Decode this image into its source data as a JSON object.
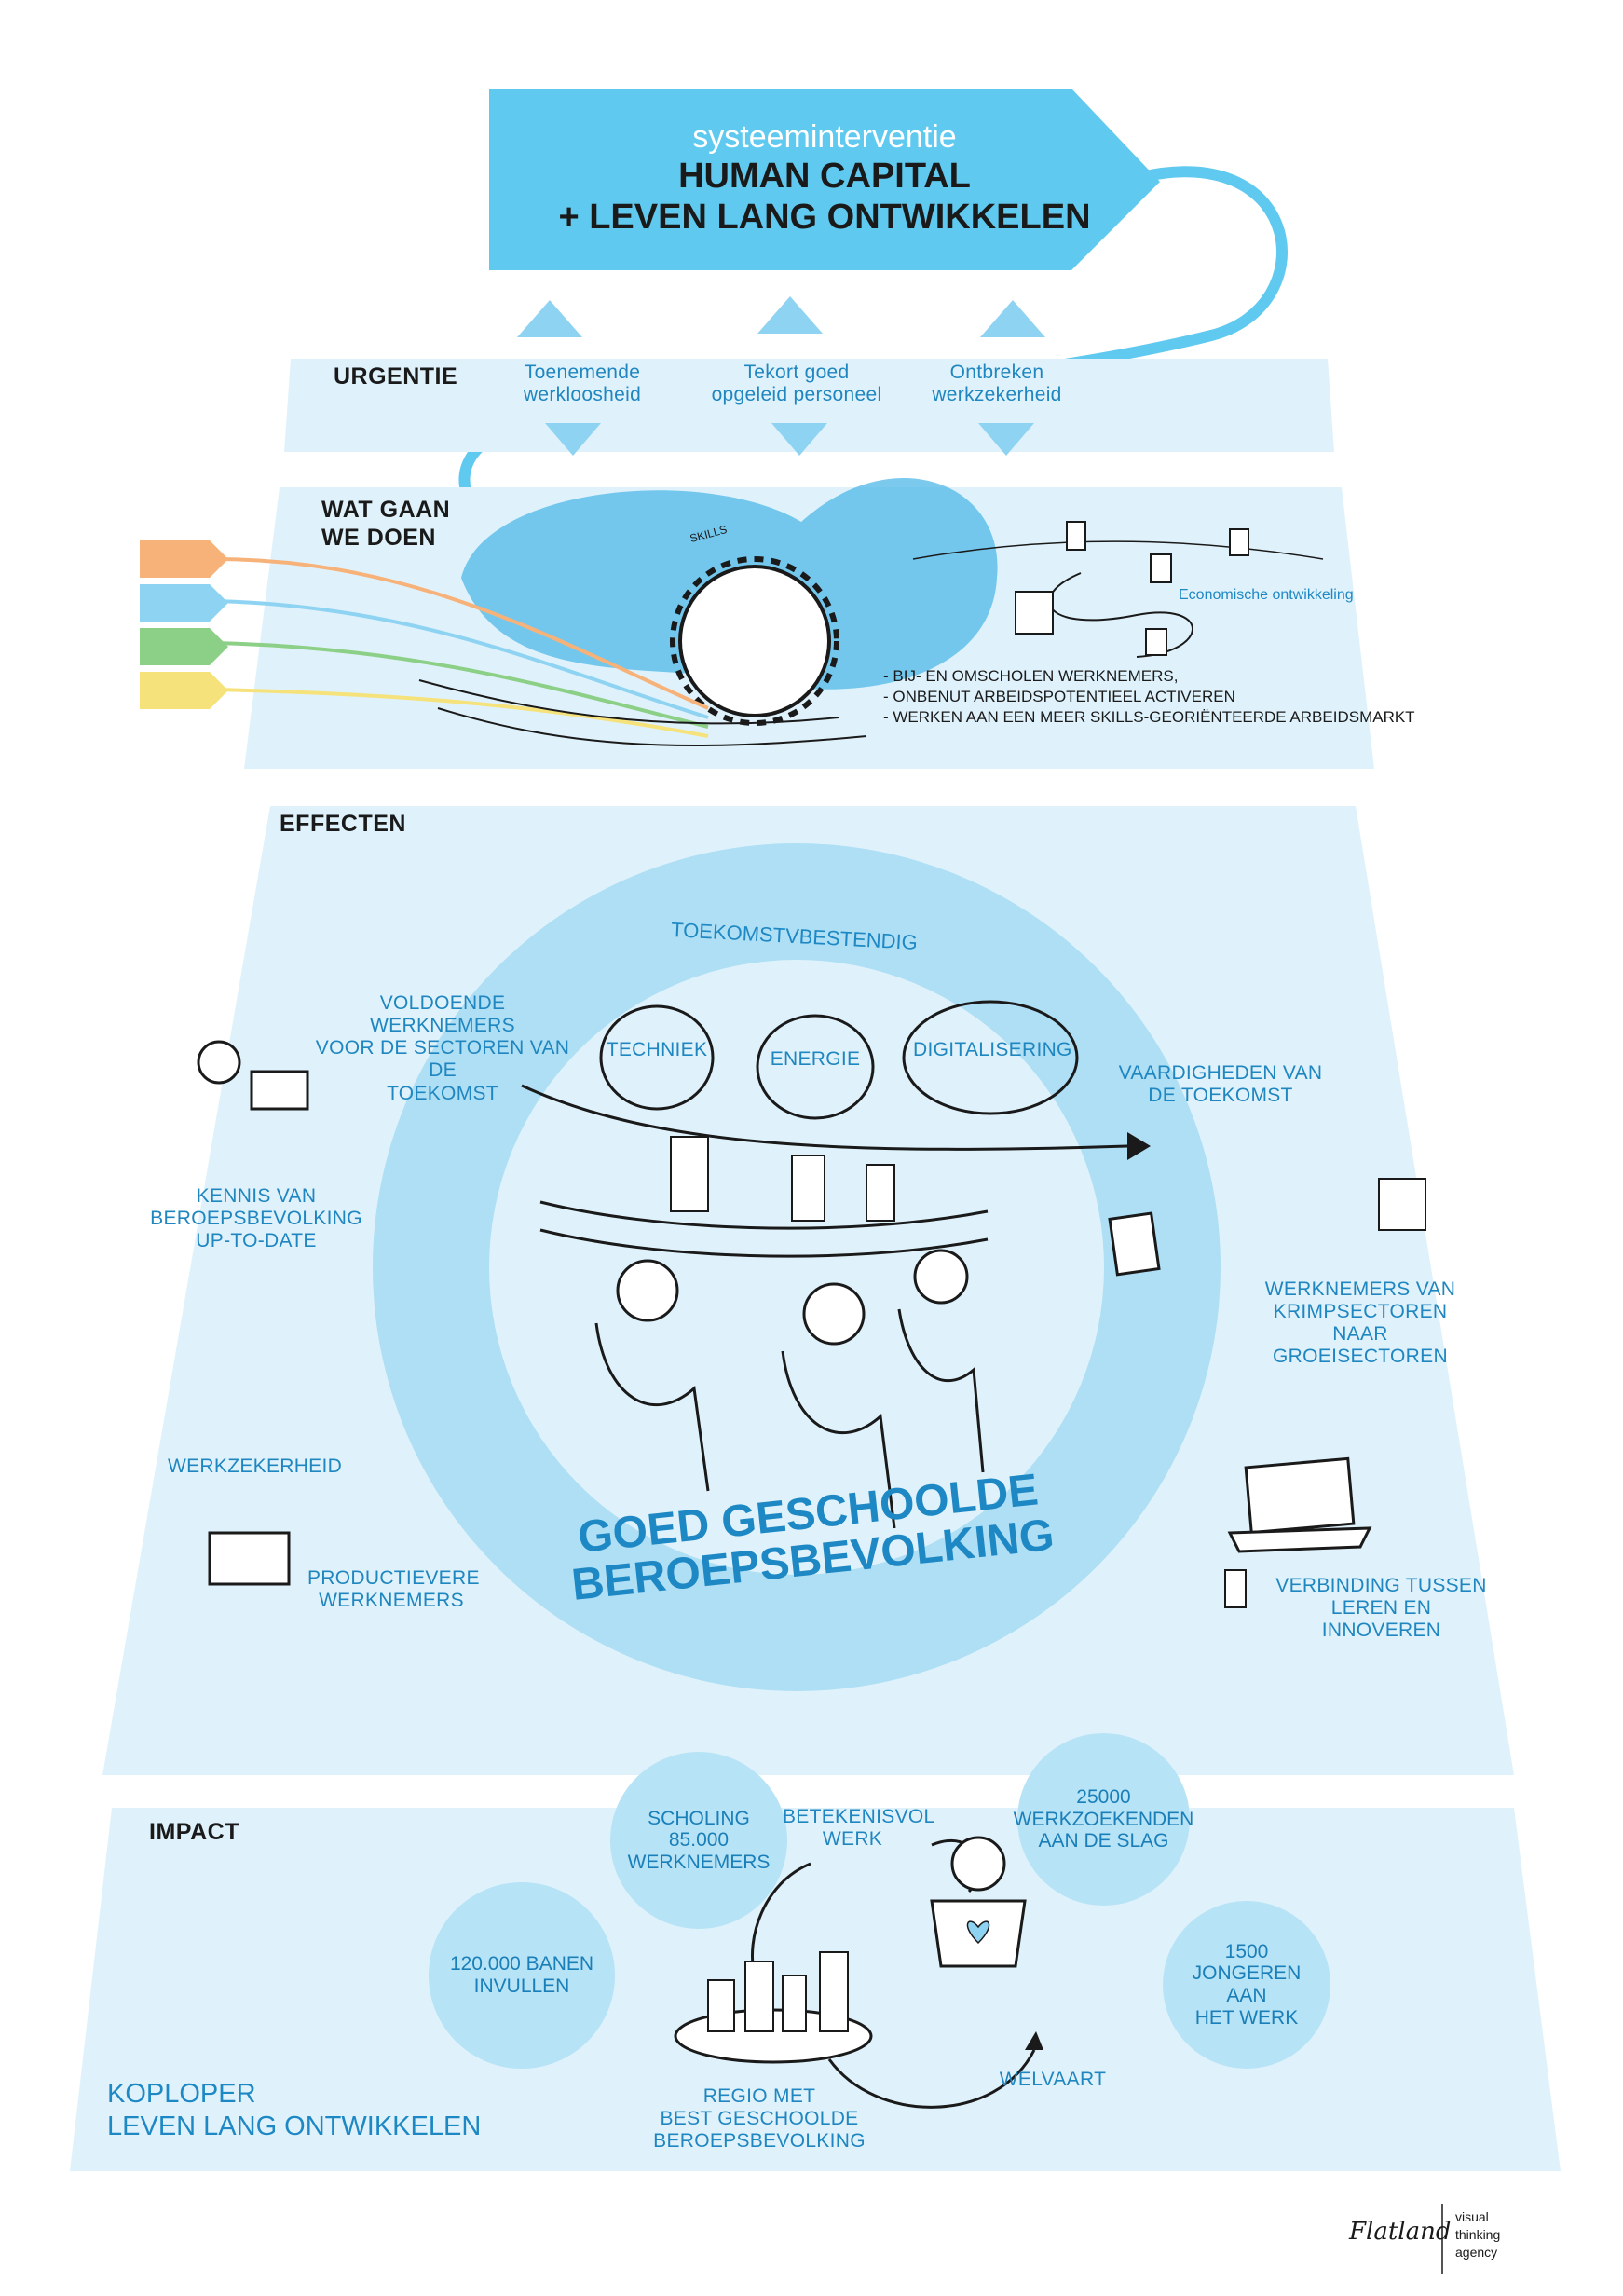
{
  "header": {
    "subtitle": "systeeminterventie",
    "title_line1": "HUMAN CAPITAL",
    "title_line2": "+ LEVEN LANG ONTWIKKELEN"
  },
  "urgentie": {
    "label": "URGENTIE",
    "items": [
      {
        "line1": "Toenemende",
        "line2": "werkloosheid"
      },
      {
        "line1": "Tekort goed",
        "line2": "opgeleid personeel"
      },
      {
        "line1": "Ontbreken",
        "line2": "werkzekerheid"
      }
    ]
  },
  "wat_gaan_we_doen": {
    "label_line1": "WAT GAAN",
    "label_line2": "WE DOEN",
    "econ_label": "Economische ontwikkeling",
    "skills_sign": "SKILLS",
    "bullets": [
      "- BIJ- EN OMSCHOLEN WERKNEMERS,",
      "- ONBENUT ARBEIDSPOTENTIEEL ACTIVEREN",
      "- WERKEN AAN EEN MEER SKILLS-GEORIËNTEERDE ARBEIDSMARKT"
    ]
  },
  "effecten": {
    "label": "EFFECTEN",
    "ring_label": "TOEKOMSTVBESTENDIG",
    "center_line1": "GOED GESCHOOLDE",
    "center_line2": "BEROEPSBEVOLKING",
    "loops": [
      "TECHNIEK",
      "ENERGIE",
      "DIGITALISERING"
    ],
    "voldoende": [
      "VOLDOENDE WERKNEMERS",
      "VOOR DE SECTOREN VAN DE",
      "TOEKOMST"
    ],
    "vaardigheden": [
      "VAARDIGHEDEN VAN",
      "DE TOEKOMST"
    ],
    "kennis": [
      "KENNIS VAN",
      "BEROEPSBEVOLKING",
      "UP-TO-DATE"
    ],
    "krimp": [
      "WERKNEMERS VAN",
      "KRIMPSECTOREN NAAR",
      "GROEISECTOREN"
    ],
    "werkzekerheid": "WERKZEKERHEID",
    "productievere": [
      "PRODUCTIEVERE",
      "WERKNEMERS"
    ],
    "verbinding": [
      "VERBINDING TUSSEN",
      "LEREN EN INNOVEREN"
    ]
  },
  "impact": {
    "label": "IMPACT",
    "scholing": [
      "SCHOLING",
      "85.000",
      "WERKNEMERS"
    ],
    "betekenisvol": [
      "BETEKENISVOL",
      "WERK"
    ],
    "werkzoekenden": [
      "25000",
      "WERKZOEKENDEN",
      "AAN DE SLAG"
    ],
    "banen": [
      "120.000 BANEN",
      "INVULLEN"
    ],
    "jongeren": [
      "1500",
      "JONGEREN",
      "AAN",
      "HET WERK"
    ],
    "welvaart": "WELVAART",
    "regio": [
      "REGIO MET",
      "BEST GESCHOOLDE",
      "BEROEPSBEVOLKING"
    ],
    "koploper_line1": "KOPLOPER",
    "koploper_line2": "LEVEN LANG ONTWIKKELEN"
  },
  "logo": {
    "brand": "Flatland",
    "tagline": [
      "visual",
      "thinking",
      "agency"
    ]
  },
  "colors": {
    "panel": "#dff2fb",
    "banner": "#5fc9ef",
    "circle": "#b7e3f6",
    "ring": "#9dd8f2",
    "text_blue": "#1e88c4",
    "tag_orange": "#f7b27a",
    "tag_blue": "#8fd3f3",
    "tag_green": "#8ccf86",
    "tag_yellow": "#f5e27a"
  }
}
